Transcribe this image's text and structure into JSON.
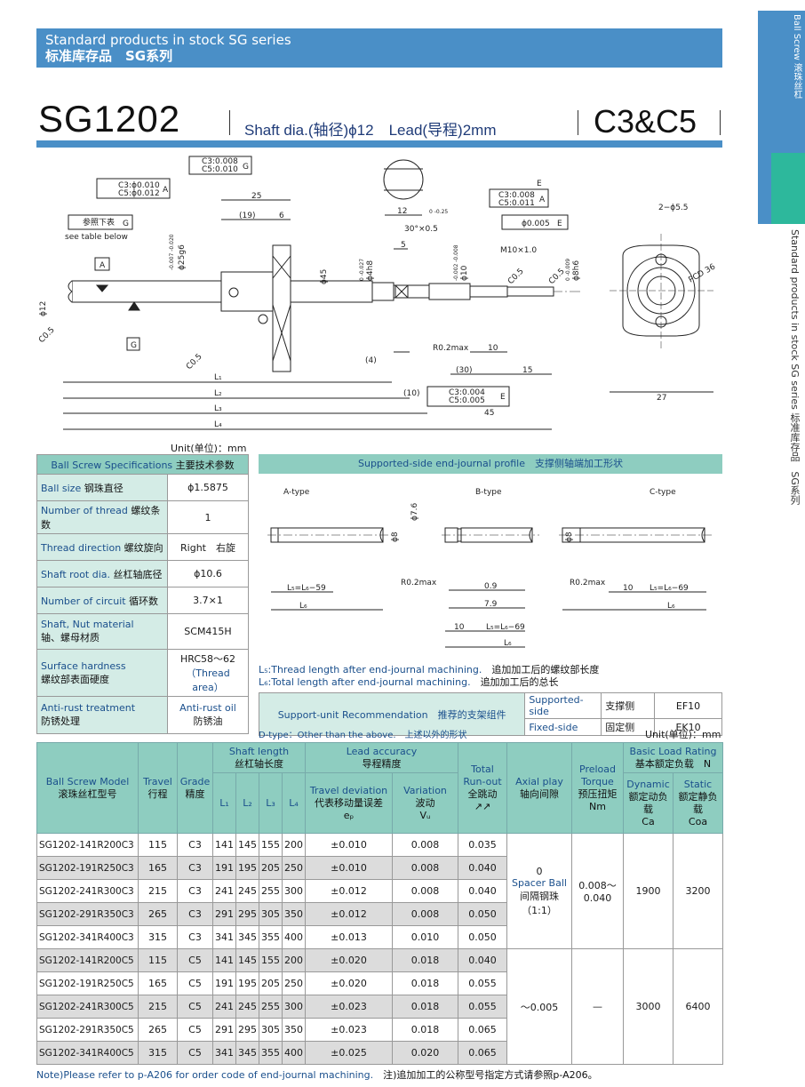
{
  "header": {
    "title_en": "Standard products in stock SG series",
    "title_cn": "标准库存品　SG系列"
  },
  "side_tab": {
    "top_text": "Ball Screw 滚珠丝杠",
    "bottom_text": "Standard products in stock  SG series 标准库存品　SG系列"
  },
  "title": {
    "model": "SG1202",
    "shaft_info": "Shaft dia.(轴径)ϕ12　Lead(导程)2mm",
    "grades": "C3&C5"
  },
  "drawing_labels": {
    "perp_c3": "C3:0.008",
    "perp_c5": "C5:0.010",
    "perp_ref": "G",
    "conc_c3": "C3:ϕ0.010",
    "conc_c5": "C5:ϕ0.012",
    "conc_ref": "A",
    "see_table_box": "参照下表",
    "see_table_ref": "G",
    "see_table": "see table below",
    "dim_25": "25",
    "dim_19": "(19)",
    "dim_6": "6",
    "dim_25g6": "ϕ25g6",
    "dim_25g6_tol": "-0.007 -0.020",
    "dim_45": "ϕ45",
    "dim_12": "ϕ12",
    "c05": "C0.5",
    "dim_L1": "L₁",
    "dim_L2": "L₂",
    "dim_L3": "L₃",
    "dim_L4": "L₄",
    "dim_4": "(4)",
    "dim_10p": "(10)",
    "dim_30": "(30)",
    "dim_15": "15",
    "dim_45b": "45",
    "dim_10": "10",
    "dim_5": "5",
    "chamfer": "30°×0.5",
    "dim_4h8": "ϕ4h8",
    "dim_4h8_tol": "0 -0.027",
    "dim_10b": "ϕ10",
    "dim_10b_tol": "-0.002 -0.008",
    "dim_8h6": "ϕ8h6",
    "dim_8h6_tol": "0 -0.009",
    "thread": "M10×1.0",
    "r02": "R0.2max",
    "flat_12": "12",
    "flat_tol": "0 -0.25",
    "rh_c3": "C3:0.008",
    "rh_c5": "C5:0.011",
    "rh_ref": "A",
    "rh_e": "E",
    "conc2": "ϕ0.005",
    "conc2_ref": "E",
    "perp2_c3": "C3:0.004",
    "perp2_c5": "C5:0.005",
    "perp2_ref": "E",
    "datum_A": "A",
    "datum_G": "G",
    "holes": "2−ϕ5.5",
    "pcd": "PCD 36",
    "dim_27": "27"
  },
  "unit_mm": "Unit(单位)：mm",
  "spec_table": {
    "head_en": "Ball Screw Specifications",
    "head_cn": "主要技术参数",
    "rows": [
      {
        "en": "Ball size",
        "cn": "钢珠直径",
        "value": "ϕ1.5875"
      },
      {
        "en": "Number of thread",
        "cn": "螺纹条数",
        "value": "1"
      },
      {
        "en": "Thread direction",
        "cn": "螺纹旋向",
        "value": "Right　右旋"
      },
      {
        "en": "Shaft root dia.",
        "cn": "丝杠轴底径",
        "value": "ϕ10.6"
      },
      {
        "en": "Number of circuit",
        "cn": "循环数",
        "value": "3.7×1"
      },
      {
        "en": "Shaft, Nut material",
        "cn": "轴、螺母材质",
        "value": "SCM415H"
      },
      {
        "en": "Surface hardness",
        "cn": "螺纹部表面硬度",
        "value": "HRC58～62",
        "value2": "（Thread area）"
      },
      {
        "en": "Anti-rust treatment",
        "cn": "防锈处理",
        "value": "Anti-rust oil",
        "value2": "防锈油"
      }
    ]
  },
  "supported": {
    "title": "Supported-side end-journal profile　支撑侧轴端加工形状",
    "a_type": "A-type",
    "b_type": "B-type",
    "c_type": "C-type",
    "a_l5": "L₅=L₆−59",
    "a_l6": "L₆",
    "b_r02": "R0.2max",
    "b_09": "0.9",
    "b_79": "7.9",
    "b_10": "10",
    "b_l5": "L₅=L₆−69",
    "b_l6": "L₆",
    "b_d8": "ϕ8",
    "b_d76": "ϕ7.6",
    "c_r02": "R0.2max",
    "c_10": "10",
    "c_l5": "L₅=L₆−69",
    "c_l6": "L₆",
    "c_d8": "ϕ8"
  },
  "notes": {
    "l5_en": "L₅:Thread length after end-journal machining.",
    "l5_cn": "追加加工后的螺纹部长度",
    "l6_en": "L₆:Total length after end-journal machining.",
    "l6_cn": "追加加工后的总长"
  },
  "support_unit": {
    "title": "Support-unit Recommendation　推荐的支架组件",
    "supported_en": "Supported-side",
    "supported_cn": "支撑侧",
    "supported_val": "EF10",
    "fixed_en": "Fixed-side",
    "fixed_cn": "固定侧",
    "fixed_val": "EK10"
  },
  "dtype_note": "D-type：Other than the above.　上述以外的形状",
  "main_table": {
    "headers": {
      "model_en": "Ball Screw Model",
      "model_cn": "滚珠丝杠型号",
      "travel_en": "Travel",
      "travel_cn": "行程",
      "grade_en": "Grade",
      "grade_cn": "精度",
      "shaft_en": "Shaft length",
      "shaft_cn": "丝杠轴长度",
      "L1": "L₁",
      "L2": "L₂",
      "L3": "L₃",
      "L4": "L₄",
      "lead_en": "Lead accuracy",
      "lead_cn": "导程精度",
      "travel_dev_en": "Travel deviation",
      "travel_dev_cn": "代表移动量误差",
      "travel_dev_sym": "eₚ",
      "var_en": "Variation",
      "var_cn": "波动",
      "var_sym": "Vᵤ",
      "runout_en": "Total Run-out",
      "runout_cn": "全跳动",
      "runout_sym": "↗↗",
      "axial_en": "Axial play",
      "axial_cn": "轴向间隙",
      "preload_en": "Preload Torque",
      "preload_cn": "预压扭矩",
      "preload_unit": "Nm",
      "load_en": "Basic Load Rating",
      "load_cn": "基本额定负载　N",
      "dyn_en": "Dynamic",
      "dyn_cn": "额定动负载",
      "dyn_sym": "Ca",
      "sta_en": "Static",
      "sta_cn": "额定静负载",
      "sta_sym": "Coa"
    },
    "rows": [
      {
        "model": "SG1202-141R200C3",
        "travel": "115",
        "grade": "C3",
        "L1": "141",
        "L2": "145",
        "L3": "155",
        "L4": "200",
        "dev": "±0.010",
        "var": "0.008",
        "runout": "0.035"
      },
      {
        "model": "SG1202-191R250C3",
        "travel": "165",
        "grade": "C3",
        "L1": "191",
        "L2": "195",
        "L3": "205",
        "L4": "250",
        "dev": "±0.010",
        "var": "0.008",
        "runout": "0.040"
      },
      {
        "model": "SG1202-241R300C3",
        "travel": "215",
        "grade": "C3",
        "L1": "241",
        "L2": "245",
        "L3": "255",
        "L4": "300",
        "dev": "±0.012",
        "var": "0.008",
        "runout": "0.040"
      },
      {
        "model": "SG1202-291R350C3",
        "travel": "265",
        "grade": "C3",
        "L1": "291",
        "L2": "295",
        "L3": "305",
        "L4": "350",
        "dev": "±0.012",
        "var": "0.008",
        "runout": "0.050"
      },
      {
        "model": "SG1202-341R400C3",
        "travel": "315",
        "grade": "C3",
        "L1": "341",
        "L2": "345",
        "L3": "355",
        "L4": "400",
        "dev": "±0.013",
        "var": "0.010",
        "runout": "0.050"
      },
      {
        "model": "SG1202-141R200C5",
        "travel": "115",
        "grade": "C5",
        "L1": "141",
        "L2": "145",
        "L3": "155",
        "L4": "200",
        "dev": "±0.020",
        "var": "0.018",
        "runout": "0.040"
      },
      {
        "model": "SG1202-191R250C5",
        "travel": "165",
        "grade": "C5",
        "L1": "191",
        "L2": "195",
        "L3": "205",
        "L4": "250",
        "dev": "±0.020",
        "var": "0.018",
        "runout": "0.055"
      },
      {
        "model": "SG1202-241R300C5",
        "travel": "215",
        "grade": "C5",
        "L1": "241",
        "L2": "245",
        "L3": "255",
        "L4": "300",
        "dev": "±0.023",
        "var": "0.018",
        "runout": "0.055"
      },
      {
        "model": "SG1202-291R350C5",
        "travel": "265",
        "grade": "C5",
        "L1": "291",
        "L2": "295",
        "L3": "305",
        "L4": "350",
        "dev": "±0.023",
        "var": "0.018",
        "runout": "0.065"
      },
      {
        "model": "SG1202-341R400C5",
        "travel": "315",
        "grade": "C5",
        "L1": "341",
        "L2": "345",
        "L3": "355",
        "L4": "400",
        "dev": "±0.025",
        "var": "0.020",
        "runout": "0.065"
      }
    ],
    "c3_group": {
      "axial_1": "0",
      "axial_2": "Spacer Ball",
      "axial_3": "间隔钢珠",
      "axial_4": "（1:1）",
      "preload": "0.008～",
      "preload2": "0.040",
      "dynamic": "1900",
      "static": "3200"
    },
    "c5_group": {
      "axial": "～0.005",
      "preload": "—",
      "dynamic": "3000",
      "static": "6400"
    }
  },
  "footnote": {
    "en": "Note)Please refer to p-A206 for order code of end-journal machining.",
    "cn": "注)追加加工的公称型号指定方式请参照p-A206。"
  }
}
